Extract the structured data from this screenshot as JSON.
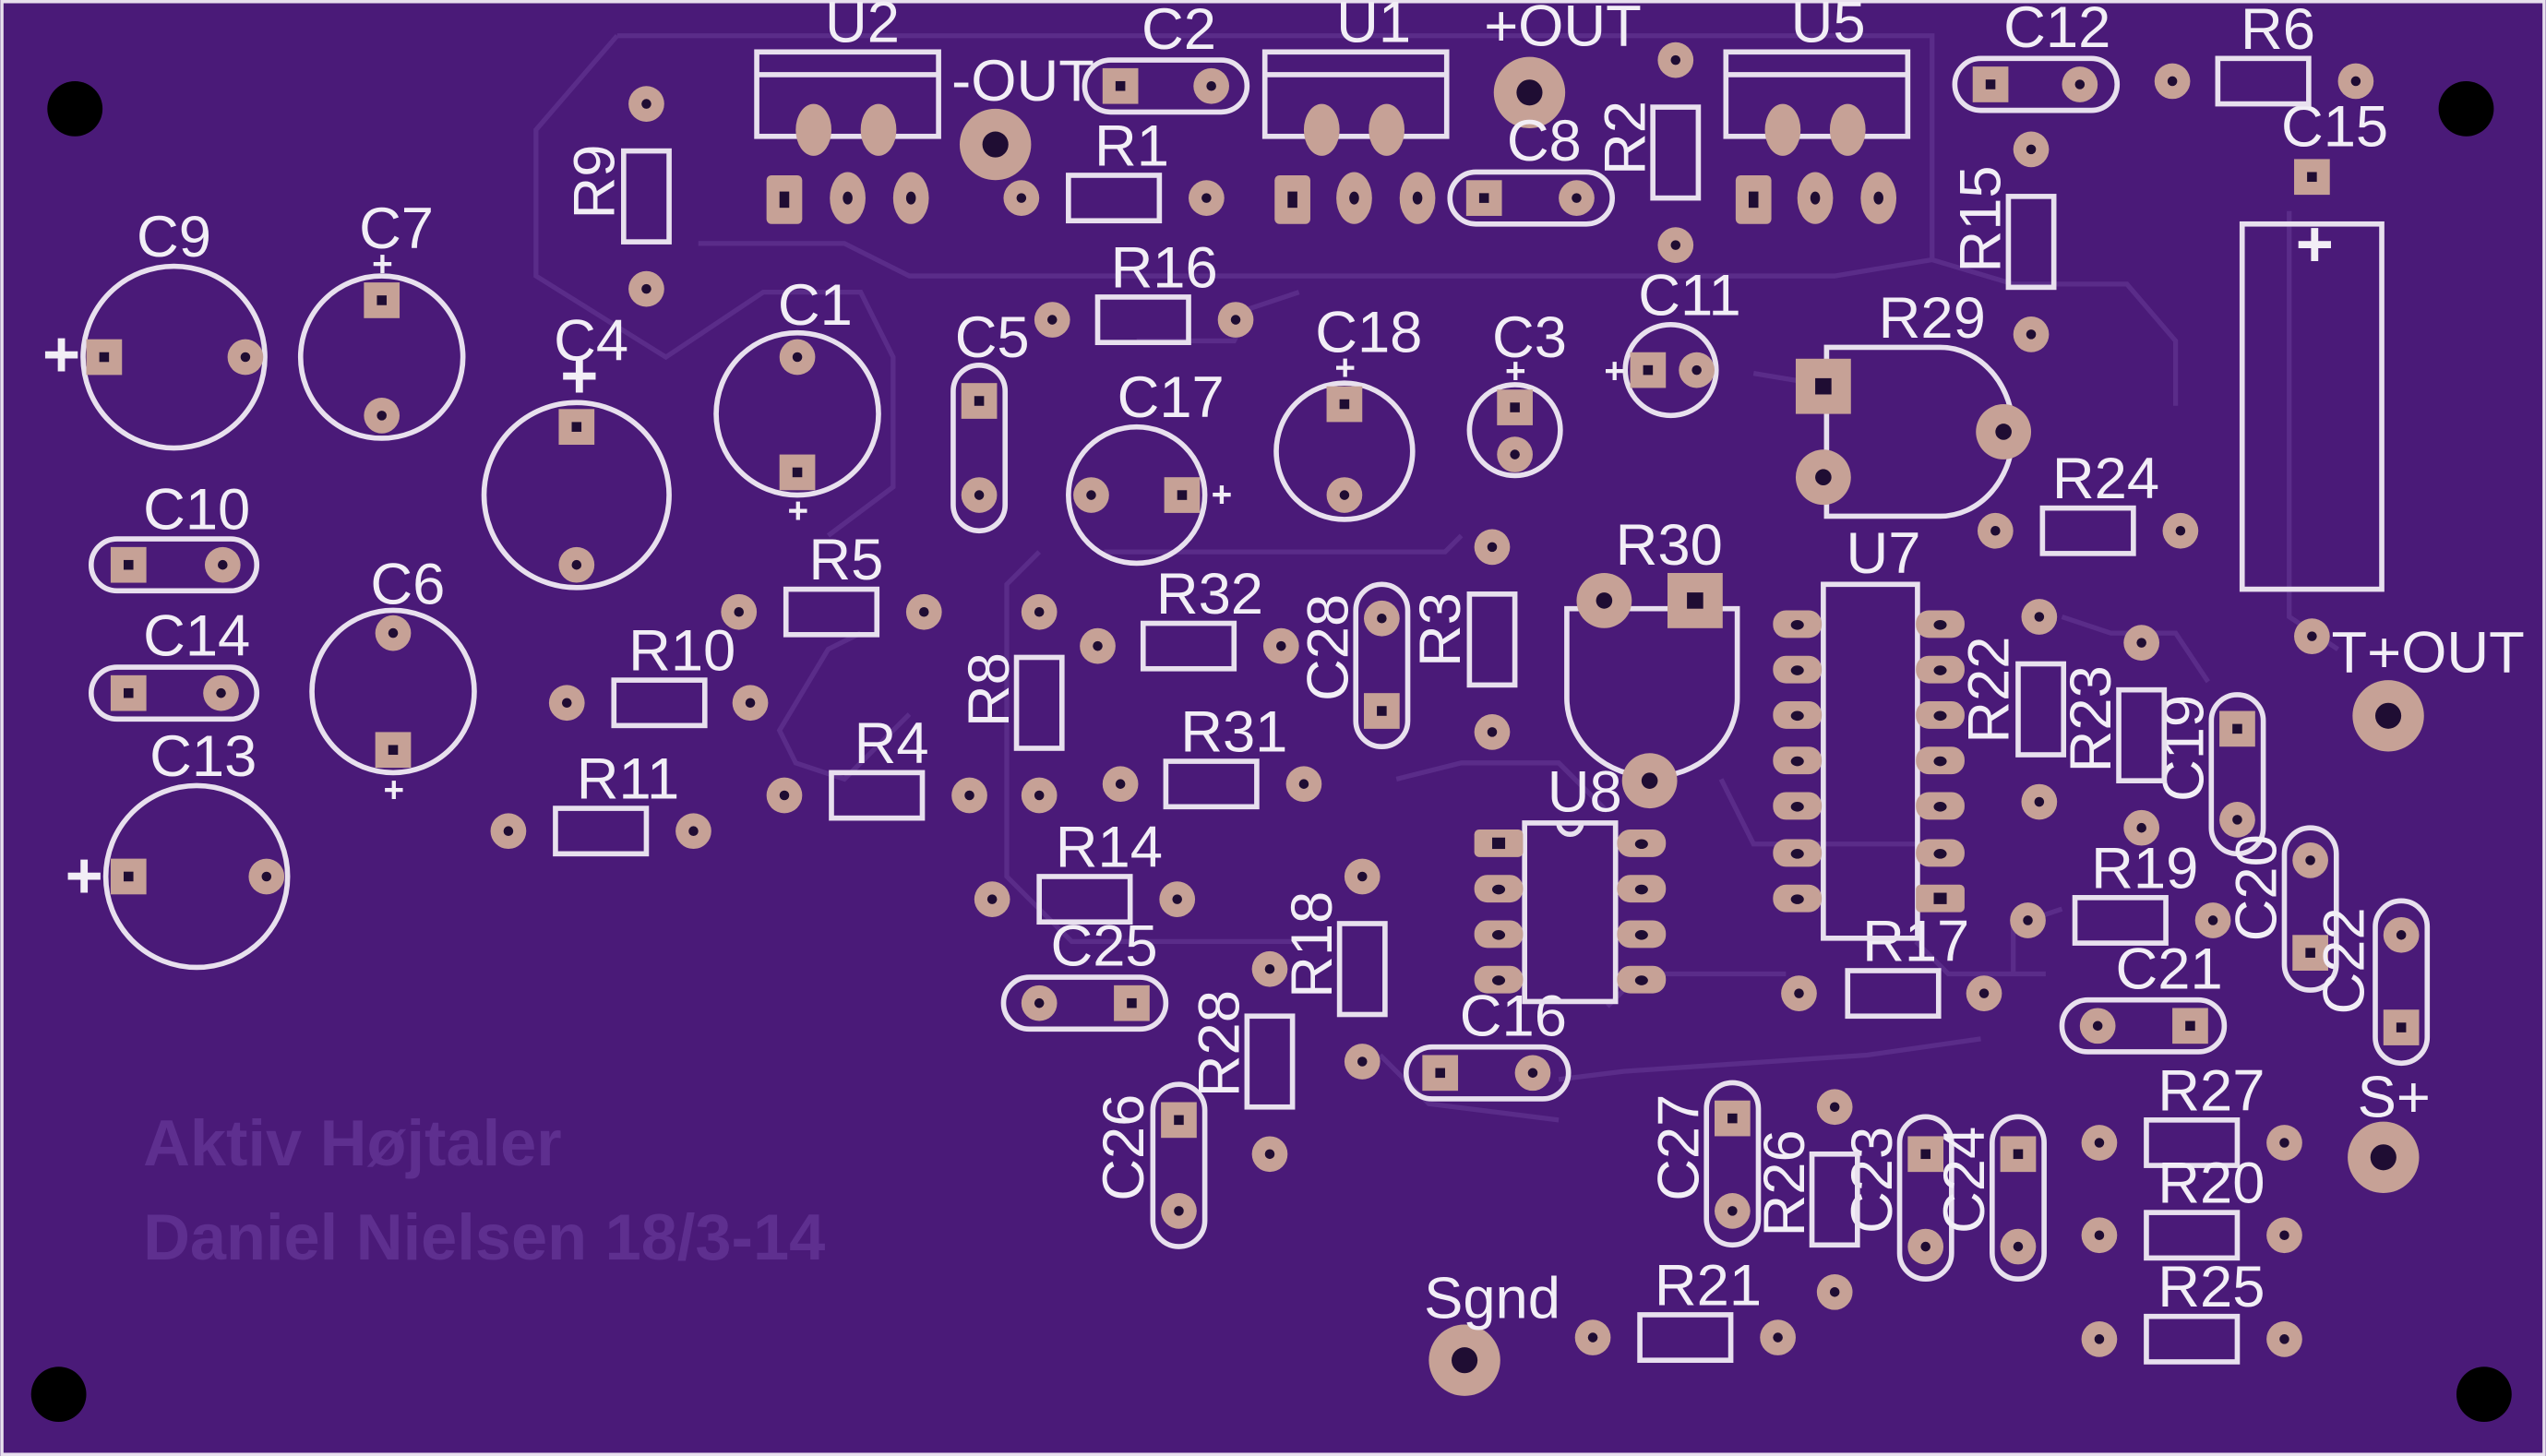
{
  "board": {
    "background": "#4a1a78",
    "silkscreen_color": "#e8e0ee",
    "pad_color": "#c6a196",
    "title_line1": "Aktiv Højtaler",
    "title_line2": "Daniel Nielsen 18/3-14",
    "polarity_mark": "+"
  },
  "components": {
    "U2": "U2",
    "U1": "U1",
    "U5": "U5",
    "U7": "U7",
    "U8": "U8",
    "C1": "C1",
    "C2": "C2",
    "C3": "C3",
    "C4": "C4",
    "C5": "C5",
    "C6": "C6",
    "C7": "C7",
    "C8": "C8",
    "C9": "C9",
    "C10": "C10",
    "C11": "C11",
    "C12": "C12",
    "C13": "C13",
    "C14": "C14",
    "C15": "C15",
    "C16": "C16",
    "C17": "C17",
    "C18": "C18",
    "C19": "C19",
    "C20": "C20",
    "C21": "C21",
    "C22": "C22",
    "C23": "C23",
    "C24": "C24",
    "C25": "C25",
    "C26": "C26",
    "C27": "C27",
    "C28": "C28",
    "R1": "R1",
    "R2": "R2",
    "R3": "R3",
    "R4": "R4",
    "R5": "R5",
    "R6": "R6",
    "R8": "R8",
    "R9": "R9",
    "R10": "R10",
    "R11": "R11",
    "R14": "R14",
    "R15": "R15",
    "R16": "R16",
    "R17": "R17",
    "R18": "R18",
    "R19": "R19",
    "R20": "R20",
    "R21": "R21",
    "R22": "R22",
    "R23": "R23",
    "R24": "R24",
    "R25": "R25",
    "R26": "R26",
    "R27": "R27",
    "R28": "R28",
    "R29": "R29",
    "R30": "R30",
    "R31": "R31",
    "R32": "R32"
  },
  "terminals": {
    "minus_out": "-OUT",
    "plus_out": "+OUT",
    "t_plus_out": "T+OUT",
    "s_plus": "S+",
    "sgnd": "Sgnd"
  }
}
